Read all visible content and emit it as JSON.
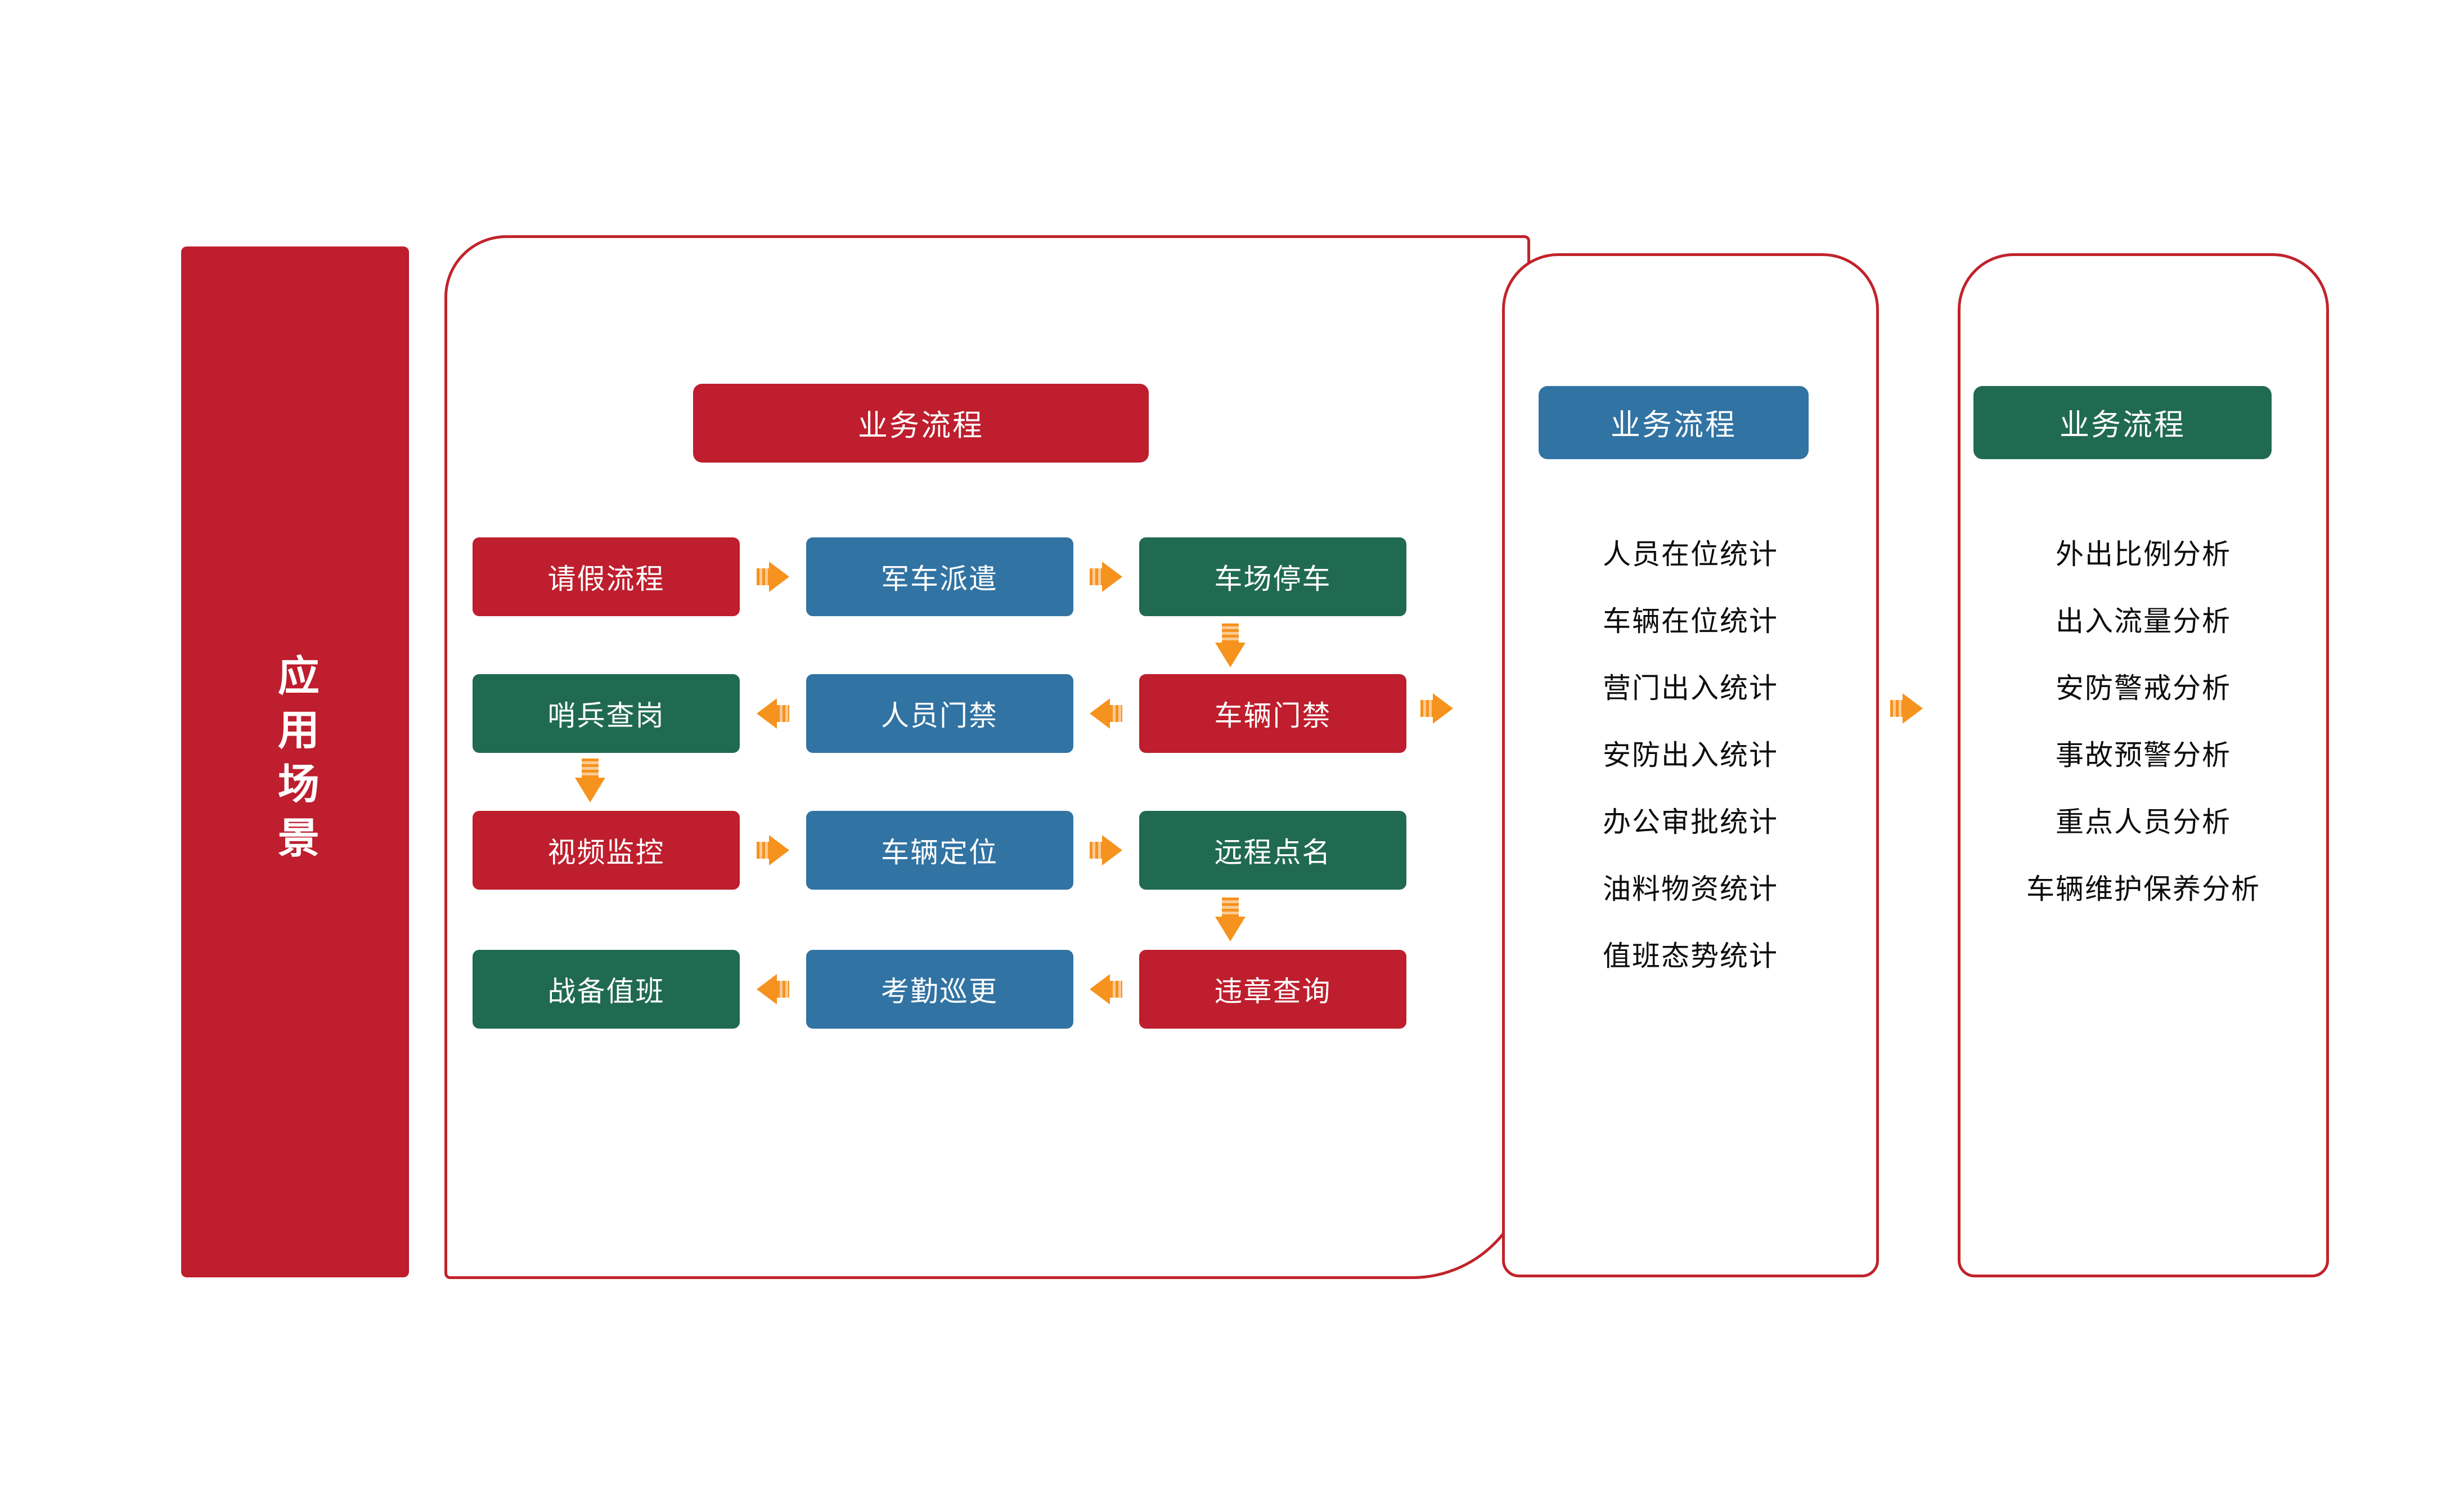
{
  "banner": {
    "label": "应用场景"
  },
  "colors": {
    "red": "#BE1E2D",
    "blue": "#3173A3",
    "green": "#206A51",
    "arrow_orange": "#F6921E",
    "panel_border": "#C1232B",
    "background": "#FFFFFF",
    "text_dark": "#0D0D0D",
    "text_light": "#FFFFFF"
  },
  "columns": {
    "process": {
      "header": "业务流程",
      "header_color": "red",
      "rows": [
        {
          "direction": "right",
          "boxes": [
            {
              "label": "请假流程",
              "color": "red"
            },
            {
              "label": "军车派遣",
              "color": "blue"
            },
            {
              "label": "车场停车",
              "color": "green"
            }
          ]
        },
        {
          "direction": "left",
          "boxes": [
            {
              "label": "哨兵查岗",
              "color": "green"
            },
            {
              "label": "人员门禁",
              "color": "blue"
            },
            {
              "label": "车辆门禁",
              "color": "red"
            }
          ]
        },
        {
          "direction": "right",
          "boxes": [
            {
              "label": "视频监控",
              "color": "red"
            },
            {
              "label": "车辆定位",
              "color": "blue"
            },
            {
              "label": "远程点名",
              "color": "green"
            }
          ]
        },
        {
          "direction": "left",
          "boxes": [
            {
              "label": "战备值班",
              "color": "green"
            },
            {
              "label": "考勤巡更",
              "color": "blue"
            },
            {
              "label": "违章查询",
              "color": "red"
            }
          ]
        }
      ]
    },
    "statistics": {
      "header": "业务流程",
      "header_color": "blue",
      "items": [
        "人员在位统计",
        "车辆在位统计",
        "营门出入统计",
        "安防出入统计",
        "办公审批统计",
        "油料物资统计",
        "值班态势统计"
      ]
    },
    "analysis": {
      "header": "业务流程",
      "header_color": "green",
      "items": [
        "外出比例分析",
        "出入流量分析",
        "安防警戒分析",
        "事故预警分析",
        "重点人员分析",
        "车辆维护保养分析"
      ]
    }
  },
  "arrows": {
    "inter_panel": [
      {
        "name": "process-to-statistics",
        "direction": "right"
      },
      {
        "name": "statistics-to-analysis",
        "direction": "right"
      }
    ],
    "vertical": [
      {
        "name": "row1-to-row2",
        "direction": "down"
      },
      {
        "name": "row2-to-row3",
        "direction": "down"
      },
      {
        "name": "row3-to-row4",
        "direction": "down"
      }
    ]
  }
}
